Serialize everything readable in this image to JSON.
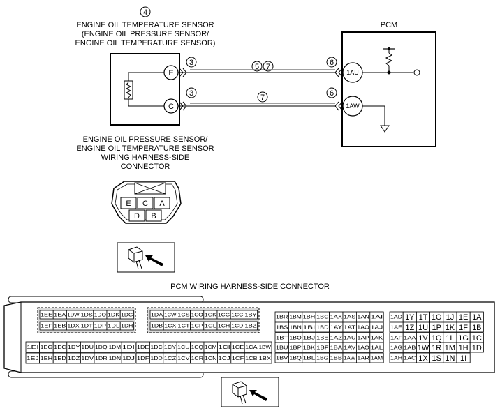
{
  "sensor": {
    "callout": "4",
    "title_lines": [
      "ENGINE OIL TEMPERATURE SENSOR",
      "(ENGINE OIL PRESSURE SENSOR/",
      "ENGINE OIL TEMPERATURE SENSOR)"
    ],
    "terminal_top": "E",
    "terminal_bottom": "C"
  },
  "pcm": {
    "title": "PCM",
    "terminal_top": "1AU",
    "terminal_bottom": "1AW"
  },
  "wires": {
    "top": {
      "left_callout": "3",
      "mid_callouts": [
        "5",
        "7"
      ],
      "right_callout": "6"
    },
    "bottom": {
      "left_callout": "3",
      "mid_callouts": [
        "7"
      ],
      "right_callout": "6"
    }
  },
  "sensor_connector": {
    "title_lines": [
      "ENGINE OIL PRESSURE SENSOR/",
      "ENGINE OIL TEMPERATURE SENSOR",
      "WIRING HARNESS-SIDE",
      "CONNECTOR"
    ],
    "pins_top": [
      "E",
      "C",
      "A"
    ],
    "pins_bottom": [
      "D",
      "B"
    ]
  },
  "pcm_connector": {
    "title": "PCM WIRING HARNESS-SIDE CONNECTOR",
    "block1": {
      "row1": [
        "1EE",
        "1EA",
        "1DW",
        "1DS",
        "1DO",
        "1DK",
        "1DG"
      ],
      "row2": [
        "1EF",
        "1EB",
        "1DX",
        "1DT",
        "1DP",
        "1DL",
        "1DH"
      ],
      "row3": [
        "1EI",
        "1EG",
        "1EC",
        "1DY",
        "1DU",
        "1DQ",
        "1DM",
        "1DI"
      ],
      "row4": [
        "1EJ",
        "1EH",
        "1ED",
        "1DZ",
        "1DV",
        "1DR",
        "1DN",
        "1DJ"
      ]
    },
    "block2": {
      "row1": [
        "1DA",
        "1CW",
        "1CS",
        "1CO",
        "1CK",
        "1CG",
        "1CC",
        "1BY"
      ],
      "row2": [
        "1DB",
        "1CX",
        "1CT",
        "1CP",
        "1CL",
        "1CH",
        "1CD",
        "1BZ"
      ],
      "row3": [
        "1DE",
        "1DC",
        "1CY",
        "1CU",
        "1CQ",
        "1CM",
        "1CI",
        "1CE",
        "1CA",
        "1BW"
      ],
      "row4": [
        "1DF",
        "1DD",
        "1CZ",
        "1CV",
        "1CR",
        "1CN",
        "1CJ",
        "1CF",
        "1CB",
        "1BX"
      ]
    },
    "block3": {
      "row1": [
        "1BR",
        "1BM",
        "1BH",
        "1BC",
        "1AX",
        "1AS",
        "1AN",
        "1AI"
      ],
      "row2": [
        "1BS",
        "1BN",
        "1BI",
        "1BD",
        "1AY",
        "1AT",
        "1AO",
        "1AJ"
      ],
      "row3": [
        "1BT",
        "1BO",
        "1BJ",
        "1BE",
        "1AZ",
        "1AU",
        "1AP",
        "1AK"
      ],
      "row4": [
        "1BU",
        "1BP",
        "1BK",
        "1BF",
        "1BA",
        "1AV",
        "1AQ",
        "1AL"
      ],
      "row5": [
        "1BV",
        "1BQ",
        "1BL",
        "1BG",
        "1BB",
        "1AW",
        "1AR",
        "1AM"
      ]
    },
    "block4": {
      "row1": [
        "1AD",
        "1Y",
        "1T",
        "1O",
        "1J",
        "1E",
        "1A"
      ],
      "row2": [
        "1AE",
        "1Z",
        "1U",
        "1P",
        "1K",
        "1F",
        "1B"
      ],
      "row3": [
        "1AF",
        "1AA",
        "1V",
        "1Q",
        "1L",
        "1G",
        "1C"
      ],
      "row4": [
        "1AG",
        "1AB",
        "1W",
        "1R",
        "1M",
        "1H",
        "1D"
      ],
      "row5": [
        "1AH",
        "1AC",
        "1X",
        "1S",
        "1N",
        "1I"
      ]
    }
  }
}
